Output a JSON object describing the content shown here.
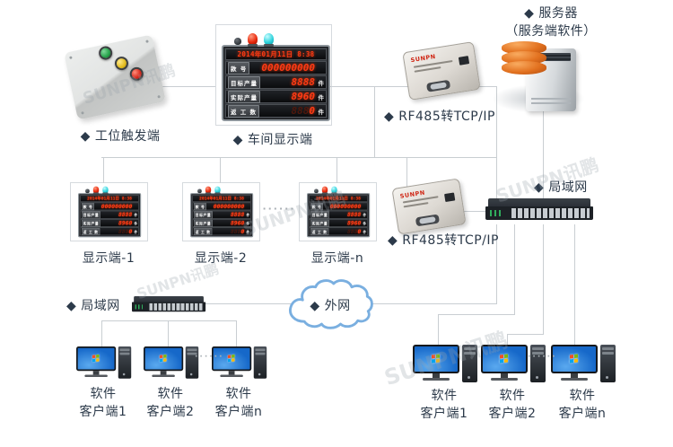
{
  "colors": {
    "label_text": "#2c3a4a",
    "connector_line": "#c9ced2",
    "led_red": "#ff3a14",
    "cloud_border": "#7aafe0",
    "database_orange": "#e2711f"
  },
  "watermark_text": "SUNPN讯鹏",
  "device_logo": "SUNPN",
  "dots": "······",
  "labels": {
    "trigger": "◆ 工位触发端",
    "workshop_display": "◆ 车间显示端",
    "rf485_top": "◆ RF485转TCP/IP",
    "rf485_mid": "◆ RF485转TCP/IP",
    "server_line1": "◆ 服务器",
    "server_line2": "（服务端软件）",
    "lan_right": "◆ 局域网",
    "lan_left": "◆ 局域网",
    "wan": "◆ 外网",
    "display_1": "显示端-1",
    "display_2": "显示端-2",
    "display_n": "显示端-n"
  },
  "clients_left": [
    {
      "line1": "软件",
      "line2": "客户端1"
    },
    {
      "line1": "软件",
      "line2": "客户端2"
    },
    {
      "line1": "软件",
      "line2": "客户端n"
    }
  ],
  "clients_right": [
    {
      "line1": "软件",
      "line2": "客户端1"
    },
    {
      "line1": "软件",
      "line2": "客户端2"
    },
    {
      "line1": "软件",
      "line2": "客户端n"
    }
  ],
  "panel": {
    "datetime": "2014年01月11日 8:38",
    "rows": [
      {
        "label": "款 号",
        "ghost": "",
        "value": "000000000",
        "unit": ""
      },
      {
        "label": "目标产量",
        "ghost": "",
        "value": "8888",
        "unit": "件"
      },
      {
        "label": "实际产量",
        "ghost": "",
        "value": "8960",
        "unit": "件"
      },
      {
        "label": "返 工 数",
        "ghost": "888",
        "value": "0",
        "unit": "件"
      }
    ]
  }
}
